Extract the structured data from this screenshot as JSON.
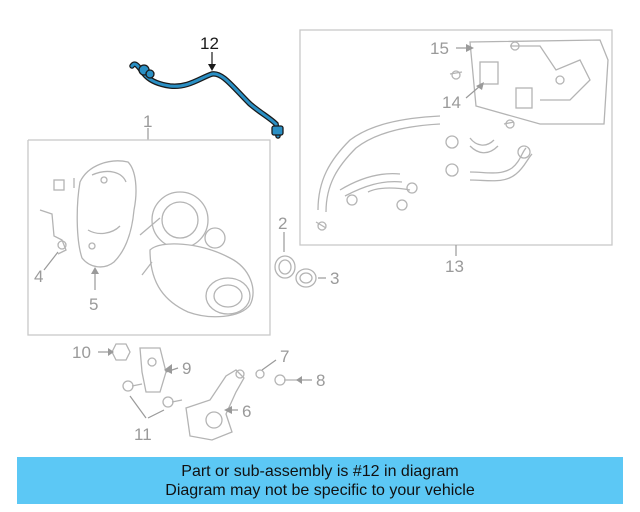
{
  "diagram": {
    "callouts": [
      "1",
      "2",
      "3",
      "4",
      "5",
      "6",
      "7",
      "8",
      "9",
      "10",
      "11",
      "12",
      "13",
      "14",
      "15"
    ],
    "highlighted_part": "12",
    "colors": {
      "highlight": "#2a8fc4",
      "parts": "#b4b4b4",
      "banner": "#5cc8f5"
    }
  },
  "banner": {
    "line1": "Part or sub-assembly is #12 in diagram",
    "line2": "Diagram may not be specific to your vehicle"
  }
}
